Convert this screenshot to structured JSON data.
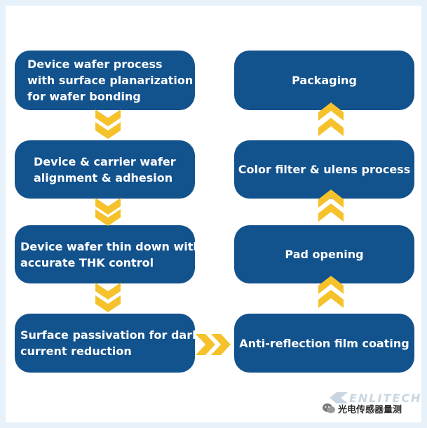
{
  "steps_left": [
    {
      "lines": [
        "Device wafer process",
        "with surface planarization",
        "for wafer bonding"
      ]
    },
    {
      "lines": [
        "Device & carrier wafer",
        "alignment & adhesion"
      ]
    },
    {
      "lines": [
        "Device wafer thin down with",
        "accurate THK control"
      ]
    },
    {
      "lines": [
        "Surface passivation for dark",
        "current reduction"
      ]
    }
  ],
  "steps_right": [
    {
      "lines": [
        "Anti-reflection film coating"
      ]
    },
    {
      "lines": [
        "Pad opening"
      ]
    },
    {
      "lines": [
        "Color filter & ulens process"
      ]
    },
    {
      "lines": [
        "Packaging"
      ]
    }
  ],
  "colors": {
    "box": "#12528d",
    "arrow": "#f5c22b",
    "frame": "#e6f1fa"
  },
  "watermark": {
    "logo_text": "ENLITECH",
    "caption": "光电传感器量测",
    "icon": "wechat-icon"
  }
}
